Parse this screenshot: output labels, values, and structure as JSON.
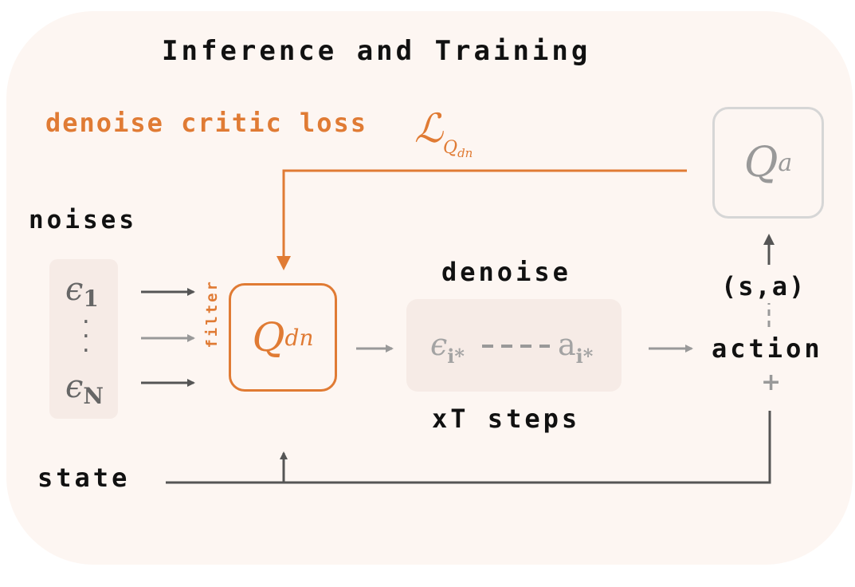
{
  "title": "Inference and Training",
  "loss": {
    "text": "denoise critic loss",
    "symbol": "ℒ",
    "symbol_sub": "Q",
    "symbol_subsub": "dn"
  },
  "noises": {
    "label": "noises",
    "first": "ϵ",
    "first_sub": "1",
    "dots": "·\n·\n·",
    "last": "ϵ",
    "last_sub": "N"
  },
  "filter_label": "filter",
  "q_dn": {
    "symbol": "Q",
    "sub": "dn"
  },
  "q_a": {
    "symbol": "Q",
    "sub": "a"
  },
  "denoise": {
    "label": "denoise",
    "steps_label": "xT steps",
    "eps": "ϵ",
    "eps_sub": "i*",
    "dashes": "- - -",
    "a": "a",
    "a_sub": "i*"
  },
  "action_label": "action",
  "sa_label": "(s,a)",
  "plus": "+",
  "state_label": "state",
  "colors": {
    "accent": "#e07b34",
    "panel": "#fdf6f2",
    "muted": "#999999"
  }
}
